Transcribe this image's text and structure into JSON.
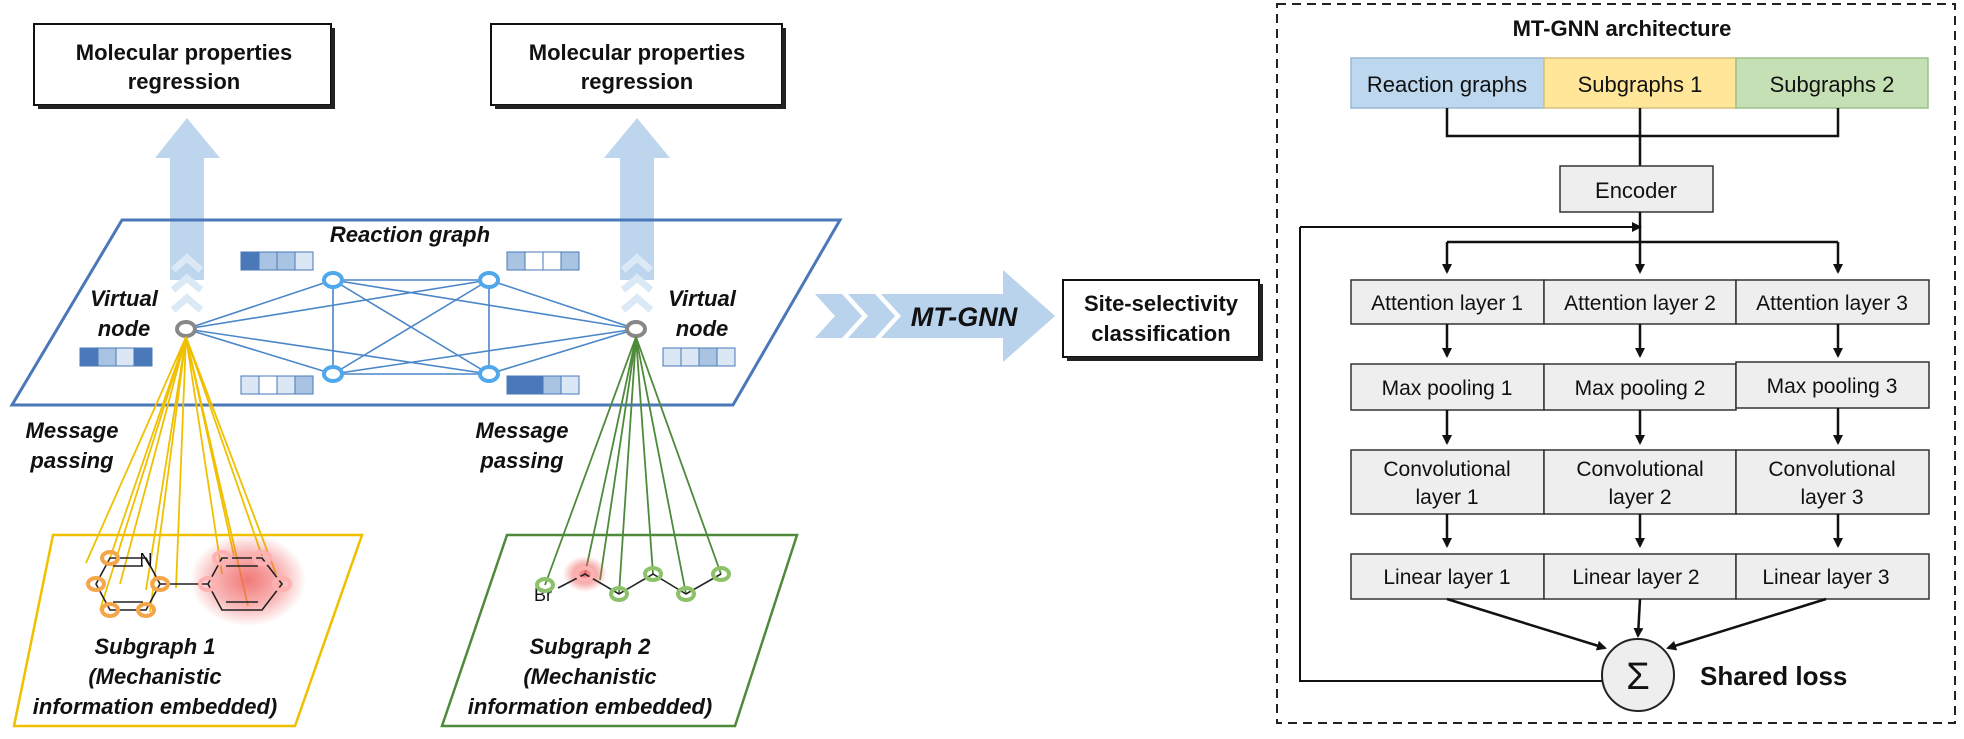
{
  "left_panel": {
    "regression_box_left": [
      "Molecular properties",
      "regression"
    ],
    "regression_box_right": [
      "Molecular properties",
      "regression"
    ],
    "reaction_graph_label": "Reaction graph",
    "virtual_node_left": [
      "Virtual",
      "node"
    ],
    "virtual_node_right": [
      "Virtual",
      "node"
    ],
    "message_passing_left": [
      "Message",
      "passing"
    ],
    "message_passing_right": [
      "Message",
      "passing"
    ],
    "subgraph1_caption": [
      "Subgraph 1",
      "(Mechanistic",
      "information  embedded)"
    ],
    "subgraph2_caption": [
      "Subgraph 2",
      "(Mechanistic",
      "information  embedded)"
    ],
    "atom_label_n": "N",
    "atom_label_br": "Br"
  },
  "middle": {
    "arrow_label": "MT-GNN",
    "site_selectivity_box": [
      "Site-selectivity",
      "classification"
    ]
  },
  "architecture": {
    "title": "MT-GNN architecture",
    "inputs": [
      "Reaction graphs",
      "Subgraphs 1",
      "Subgraphs 2"
    ],
    "encoder": "Encoder",
    "attention_layers": [
      "Attention layer 1",
      "Attention layer 2",
      "Attention layer 3"
    ],
    "max_pooling": [
      "Max pooling 1",
      "Max pooling 2",
      "Max pooling 3"
    ],
    "convolutional_layers": [
      [
        "Convolutional",
        "layer 1"
      ],
      [
        "Convolutional",
        "layer 2"
      ],
      [
        "Convolutional",
        "layer 3"
      ]
    ],
    "linear_layers": [
      "Linear layer 1",
      "Linear layer 2",
      "Linear layer 3"
    ],
    "sum_symbol": "Σ",
    "shared_loss": "Shared loss"
  },
  "colors": {
    "reaction_graph_blue": "#4a78b8",
    "light_blue_arrow": "#b9d3ec",
    "subgraph1_yellow": "#f0c000",
    "subgraph2_green": "#4e8a3a",
    "input_blue": "#bdd7ee",
    "input_yellow": "#ffe699",
    "input_green": "#c5e0b4",
    "layer_gray": "#eeeeee",
    "highlight_red": "#f06060"
  }
}
